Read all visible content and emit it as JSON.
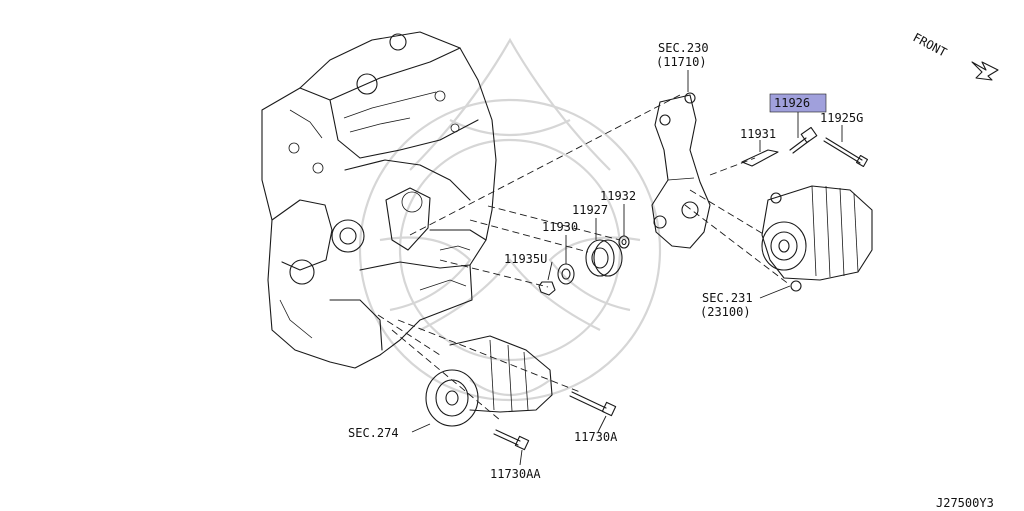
{
  "labels": {
    "sec230": "SEC.230",
    "sec230_sub": "(11710)",
    "p11926": "11926",
    "p11925g": "11925G",
    "p11931": "11931",
    "p11932": "11932",
    "p11927": "11927",
    "p11930": "11930",
    "p11935u": "11935U",
    "sec231": "SEC.231",
    "sec231_sub": "(23100)",
    "sec274": "SEC.274",
    "p11730a": "11730A",
    "p11730aa": "11730AA",
    "front": "FRONT",
    "code": "J27500Y3"
  },
  "colors": {
    "highlight": "#8f8fd6",
    "line": "#1a1a1a",
    "watermark": "#d6d6d6"
  }
}
